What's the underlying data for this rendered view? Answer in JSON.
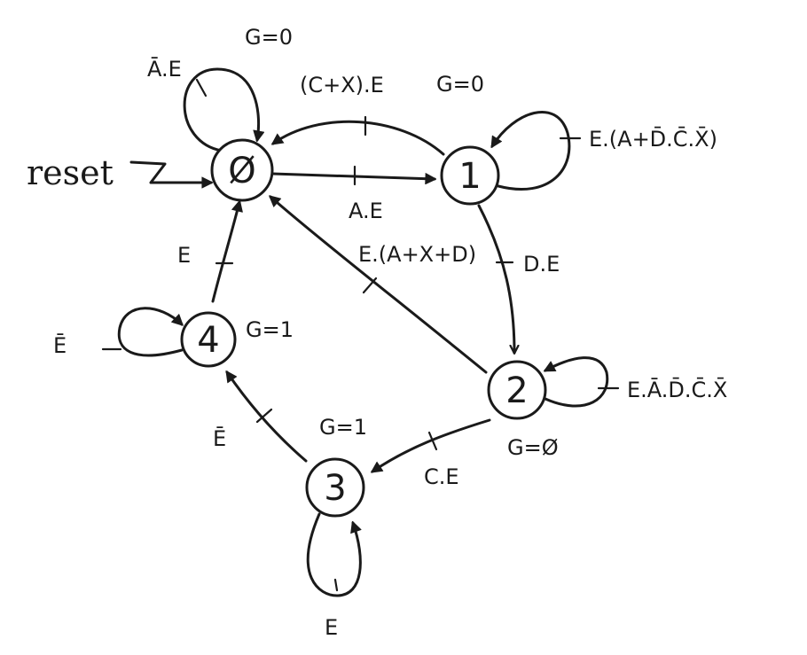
{
  "states": [
    {
      "id": "s0",
      "label": "Ø",
      "output": "G=0"
    },
    {
      "id": "s1",
      "label": "1",
      "output": "G=0"
    },
    {
      "id": "s2",
      "label": "2",
      "output": "G=Ø"
    },
    {
      "id": "s3",
      "label": "3",
      "output": "G=1"
    },
    {
      "id": "s4",
      "label": "4",
      "output": "G=1"
    }
  ],
  "reset_label": "reset",
  "transitions": {
    "s0_self": {
      "condition": "Ā.E",
      "text": "A.E",
      "bar": "A"
    },
    "s0_s1": {
      "condition": "A.E"
    },
    "s1_s0": {
      "condition": "(C+X).E"
    },
    "s1_self": {
      "condition": "E.(A+D̄.C̄.X̄)"
    },
    "s1_s2": {
      "condition": "D.E"
    },
    "s2_s0": {
      "condition": "E.(A+X+D)"
    },
    "s2_self": {
      "condition": "E.Ā.D̄.C̄.X̄"
    },
    "s2_s3": {
      "condition": "C.E"
    },
    "s3_self": {
      "condition": "E"
    },
    "s3_s4": {
      "condition": "Ē"
    },
    "s4_self": {
      "condition": "Ē"
    },
    "s4_s0": {
      "condition": "E"
    }
  },
  "colors": {
    "ink": "#1a1a1a",
    "background": "#ffffff"
  }
}
